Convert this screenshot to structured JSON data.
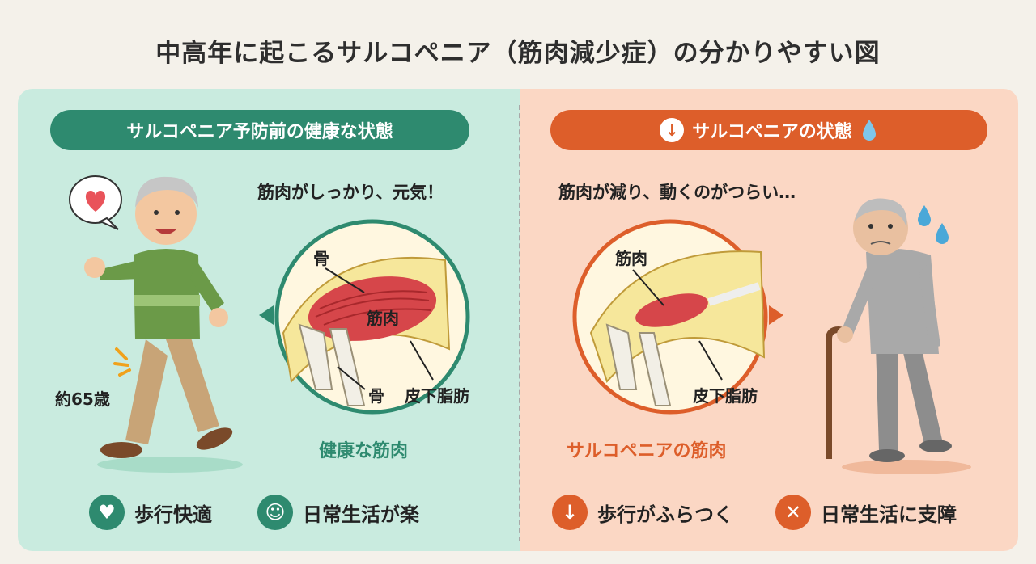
{
  "title": "中高年に起こるサルコペニア（筋肉減少症）の分かりやすい図",
  "left": {
    "header": "サルコペニア予防前の健康な状態",
    "speech": "筋肉がしっかり、元気！",
    "age_label": "約65歳",
    "diagram_labels": {
      "bone_top": "骨",
      "muscle": "筋肉",
      "bone_bottom": "骨",
      "fat": "皮下脂肪"
    },
    "caption": "健康な筋肉",
    "bottom": [
      {
        "icon": "heart-icon",
        "label": "歩行快適"
      },
      {
        "icon": "smile-icon",
        "label": "日常生活が楽"
      }
    ],
    "colors": {
      "panel": "#c9ebdf",
      "accent": "#2e8a6f"
    }
  },
  "right": {
    "header": "サルコペニアの状態",
    "speech": "筋肉が減り、動くのがつらい…",
    "diagram_labels": {
      "muscle": "筋肉",
      "fat": "皮下脂肪"
    },
    "caption": "サルコペニアの筋肉",
    "bottom": [
      {
        "icon": "arrow-down-icon",
        "label": "歩行がふらつく"
      },
      {
        "icon": "x-icon",
        "label": "日常生活に支障"
      }
    ],
    "colors": {
      "panel": "#fbd7c4",
      "accent": "#dd5e2a"
    }
  }
}
